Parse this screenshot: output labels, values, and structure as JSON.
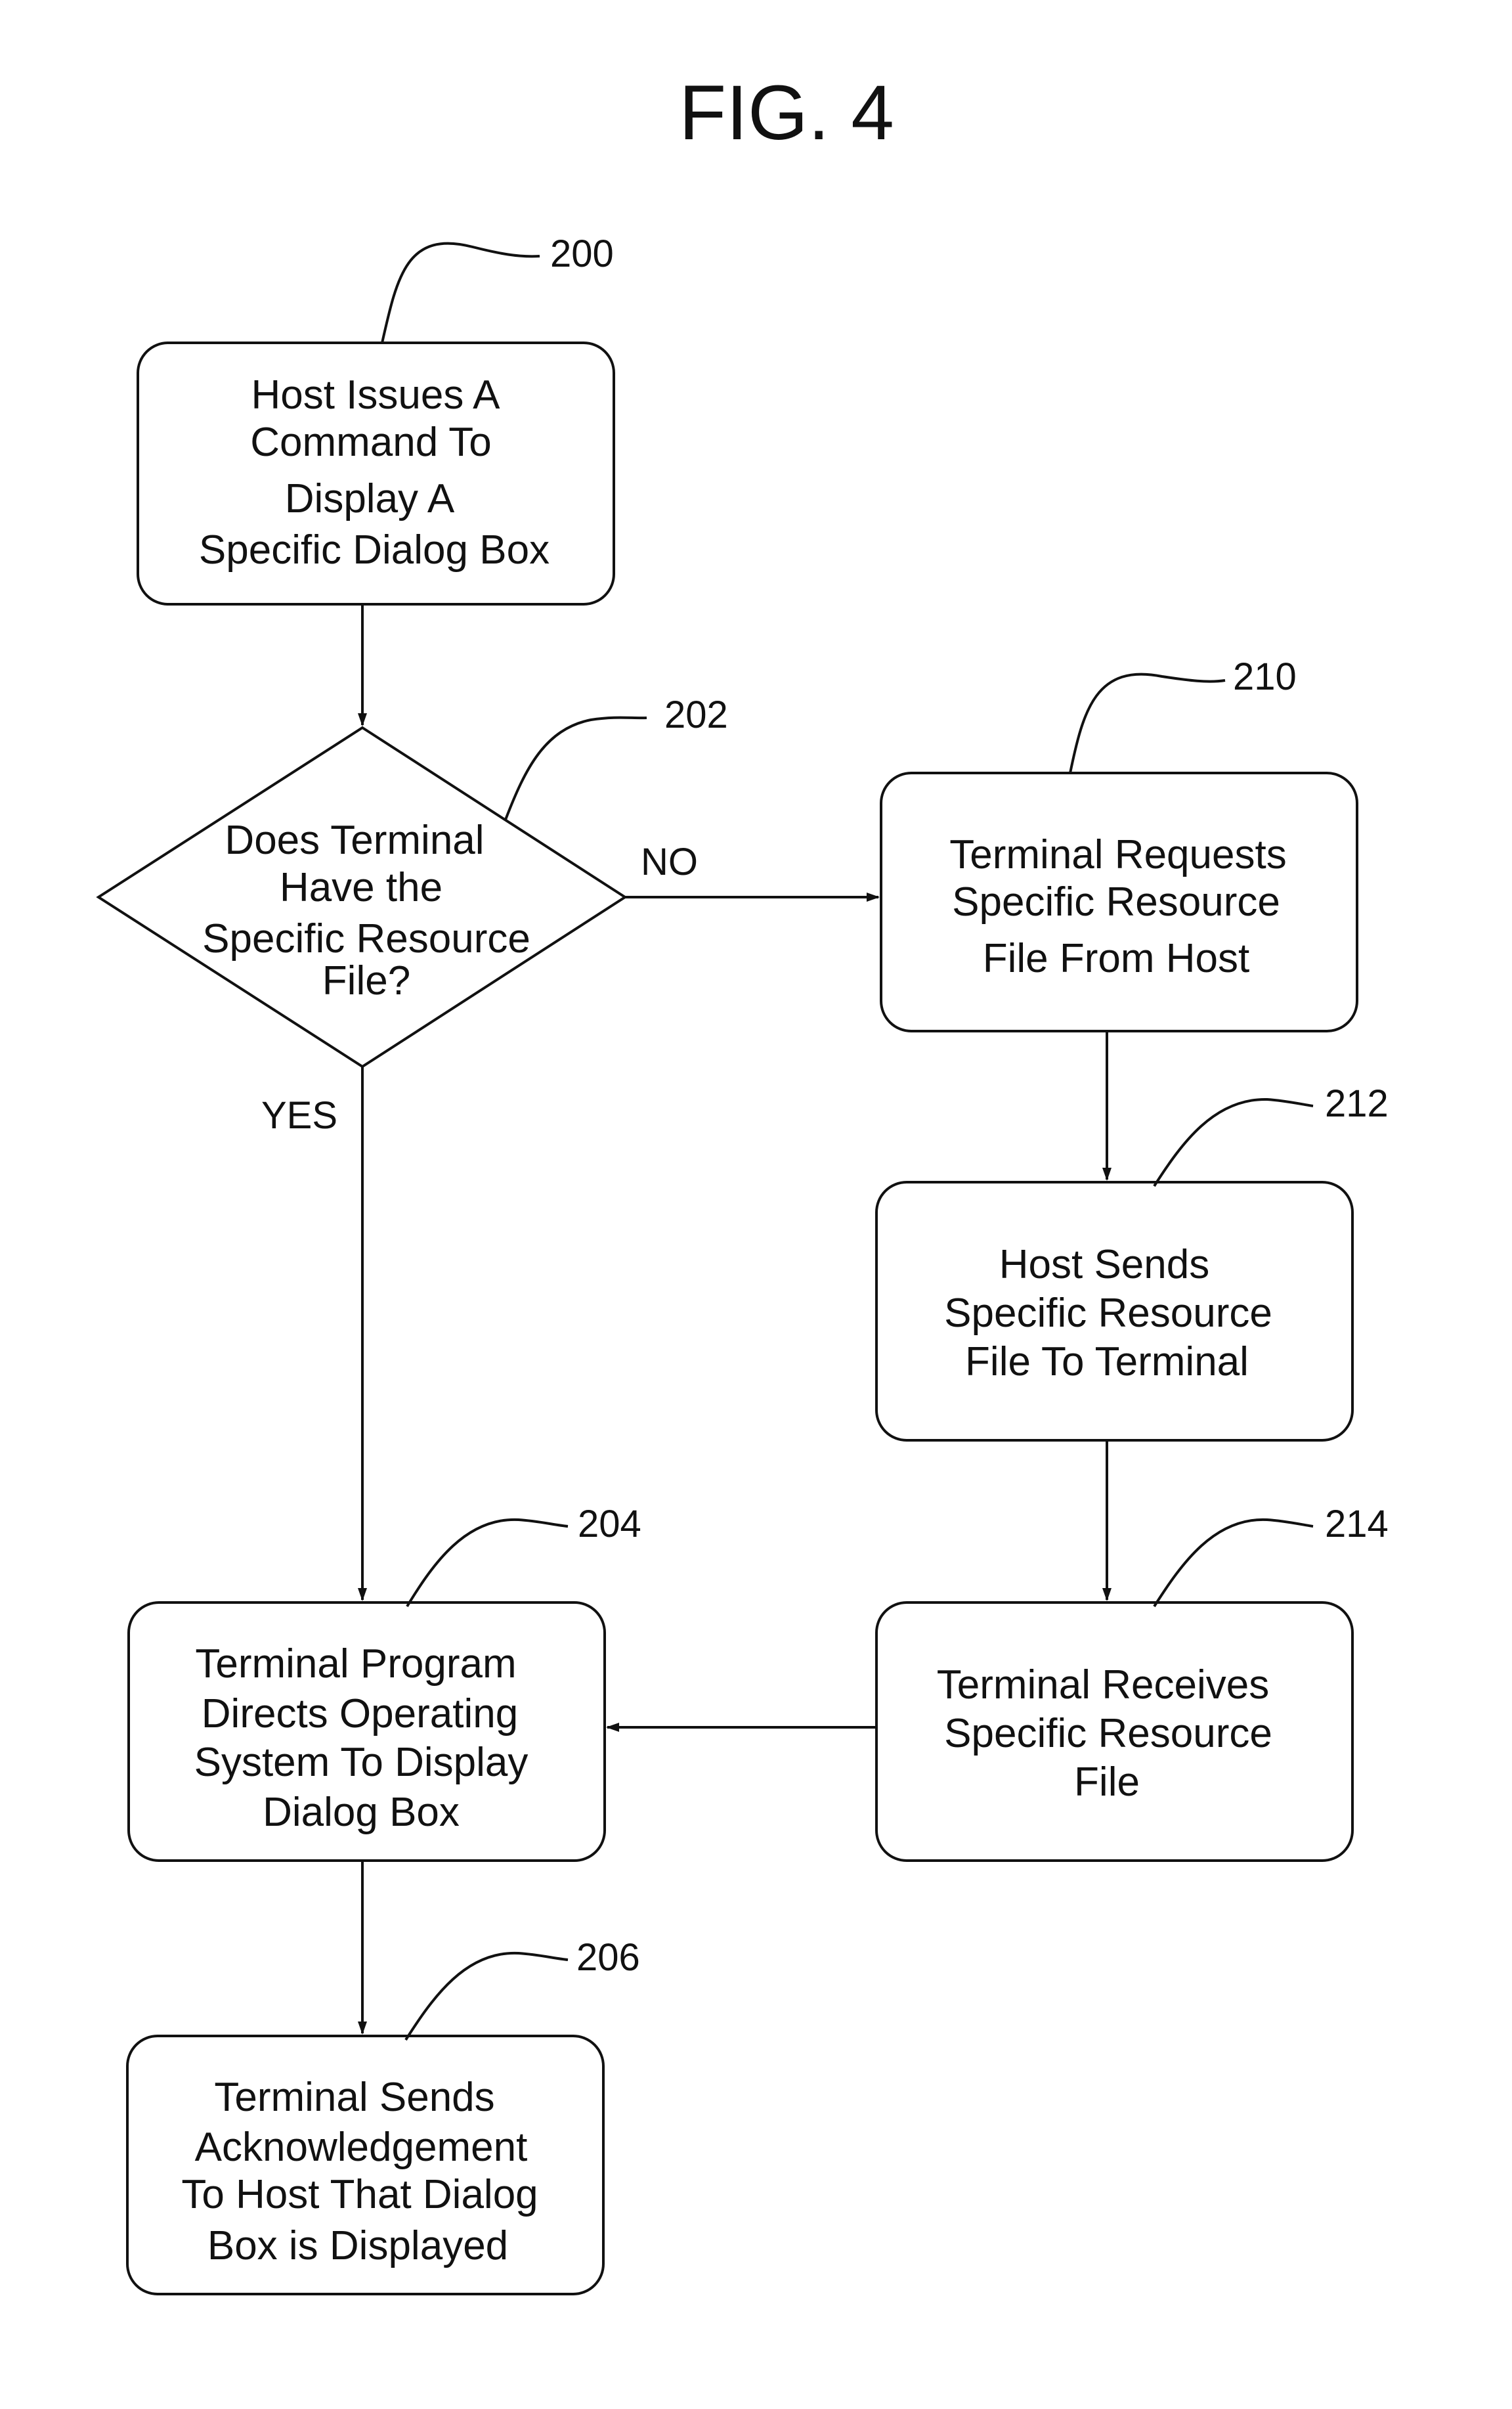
{
  "figure": {
    "title": "FIG. 4"
  },
  "colors": {
    "ink": "#111111",
    "paper": "#ffffff"
  },
  "nodes": {
    "n200": {
      "ref": "200",
      "lines": [
        "Host Issues A",
        "Command To",
        "Display A",
        "Specific Dialog Box"
      ]
    },
    "n202": {
      "ref": "202",
      "lines": [
        "Does Terminal",
        "Have the",
        "Specific Resource",
        "File?"
      ]
    },
    "n210": {
      "ref": "210",
      "lines": [
        "Terminal Requests",
        "Specific Resource",
        "File From Host"
      ]
    },
    "n212": {
      "ref": "212",
      "lines": [
        "Host Sends",
        "Specific Resource",
        "File To Terminal"
      ]
    },
    "n214": {
      "ref": "214",
      "lines": [
        "Terminal Receives",
        "Specific Resource",
        "File"
      ]
    },
    "n204": {
      "ref": "204",
      "lines": [
        "Terminal Program",
        "Directs Operating",
        "System To Display",
        "Dialog Box"
      ]
    },
    "n206": {
      "ref": "206",
      "lines": [
        "Terminal Sends",
        "Acknowledgement",
        "To Host That Dialog",
        "Box is Displayed"
      ]
    }
  },
  "branches": {
    "no": "NO",
    "yes": "YES"
  }
}
